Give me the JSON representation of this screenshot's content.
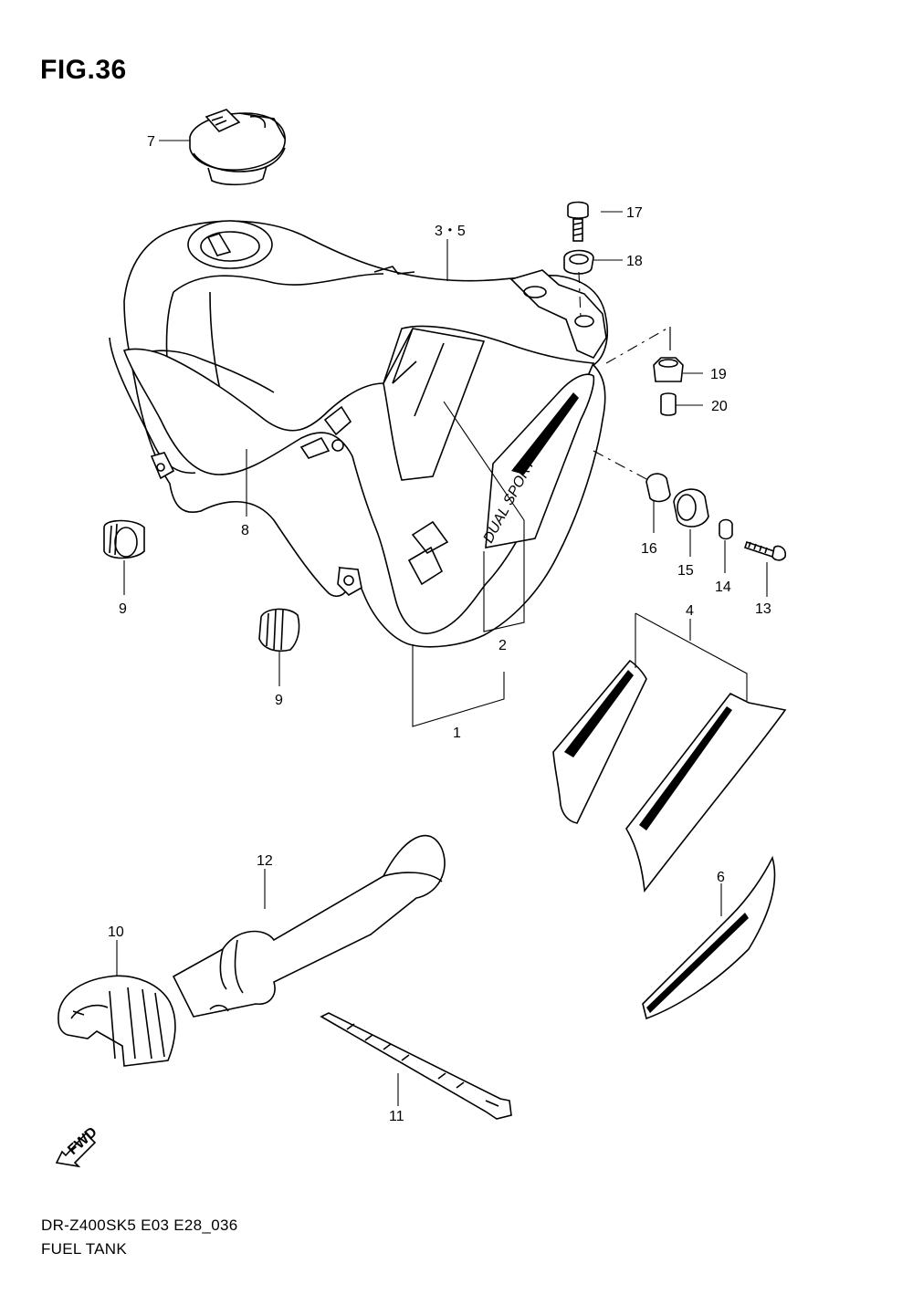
{
  "figure": {
    "title": "FIG.36",
    "model_code": "DR-Z400SK5 E03 E28_036",
    "name": "FUEL TANK",
    "tank_decal_text": "DUAL SPORT",
    "fwd_label": "FWD"
  },
  "callouts": [
    {
      "id": "c1",
      "label": "1"
    },
    {
      "id": "c2",
      "label": "2"
    },
    {
      "id": "c35",
      "label": "3・5"
    },
    {
      "id": "c4",
      "label": "4"
    },
    {
      "id": "c6",
      "label": "6"
    },
    {
      "id": "c7",
      "label": "7"
    },
    {
      "id": "c8",
      "label": "8"
    },
    {
      "id": "c9a",
      "label": "9"
    },
    {
      "id": "c9b",
      "label": "9"
    },
    {
      "id": "c10",
      "label": "10"
    },
    {
      "id": "c11",
      "label": "11"
    },
    {
      "id": "c12",
      "label": "12"
    },
    {
      "id": "c13",
      "label": "13"
    },
    {
      "id": "c14",
      "label": "14"
    },
    {
      "id": "c15",
      "label": "15"
    },
    {
      "id": "c16",
      "label": "16"
    },
    {
      "id": "c17",
      "label": "17"
    },
    {
      "id": "c18",
      "label": "18"
    },
    {
      "id": "c19",
      "label": "19"
    },
    {
      "id": "c20",
      "label": "20"
    }
  ]
}
